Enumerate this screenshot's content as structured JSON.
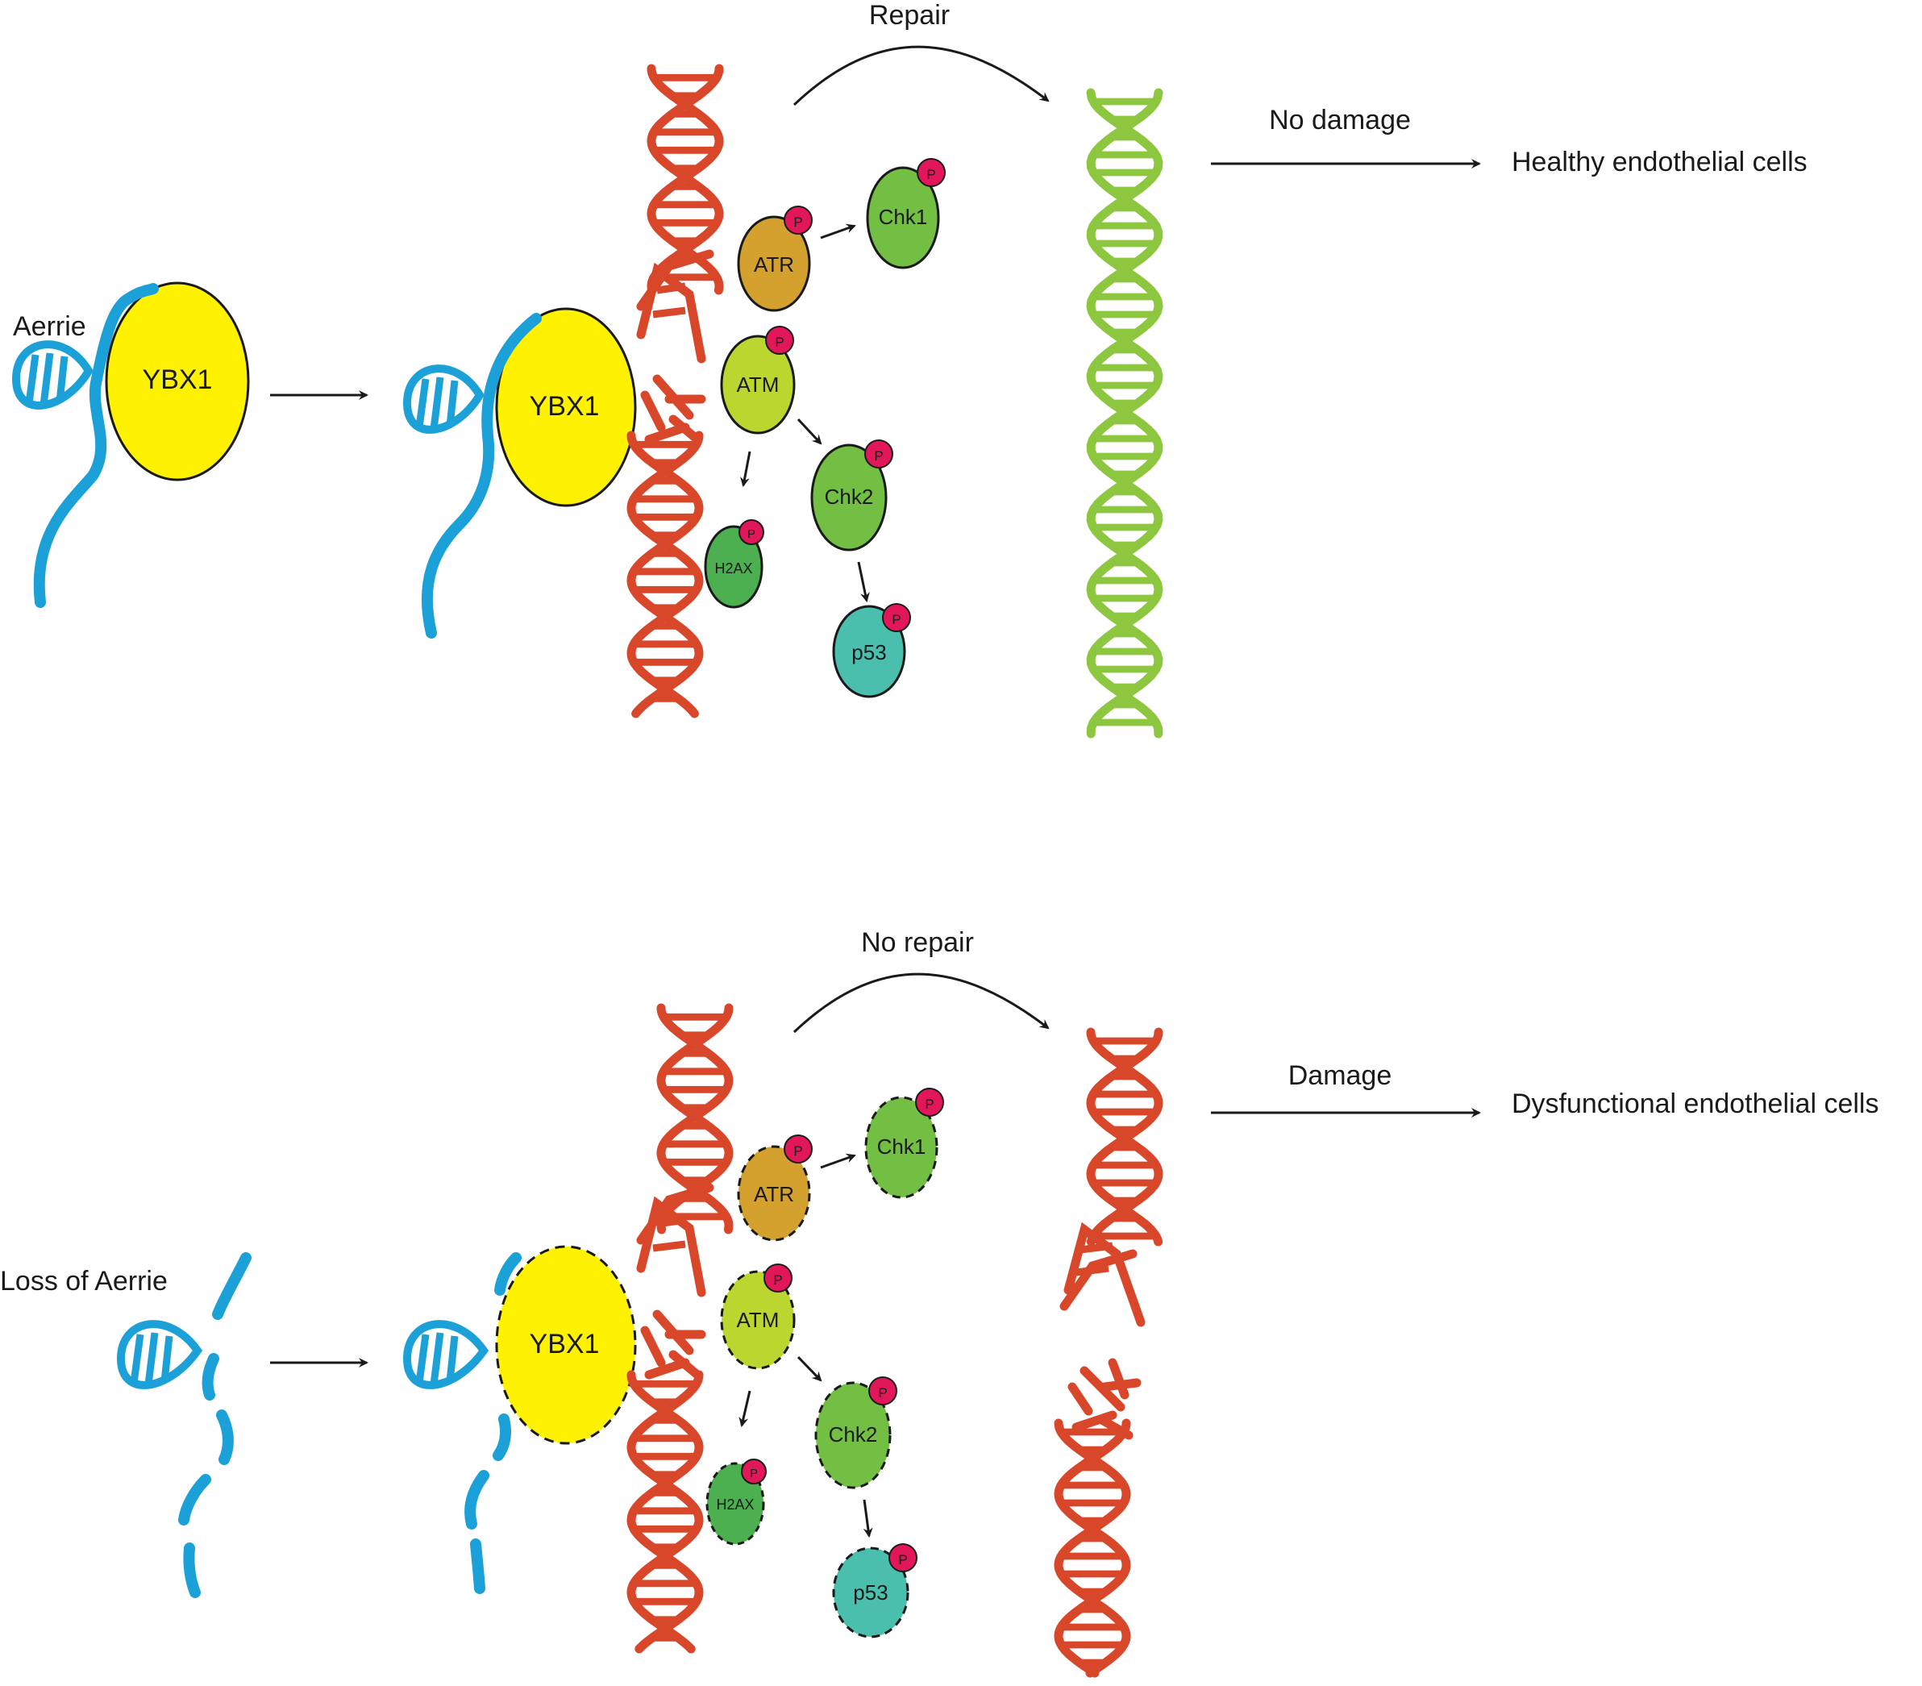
{
  "top_panel": {
    "label_lncrna": "Aerrie",
    "ybx1_before": "YBX1",
    "ybx1_after": "YBX1",
    "repair_label": "Repair",
    "outcome_arrow_label": "No damage",
    "outcome": "Healthy endothelial cells",
    "proteins": {
      "atr": "ATR",
      "chk1": "Chk1",
      "atm": "ATM",
      "chk2": "Chk2",
      "h2ax": "H2AX",
      "p53": "p53"
    },
    "phospho": "P"
  },
  "bottom_panel": {
    "label_lncrna": "Loss of Aerrie",
    "ybx1_after": "YBX1",
    "repair_label": "No repair",
    "outcome_arrow_label": "Damage",
    "outcome": "Dysfunctional endothelial cells",
    "proteins": {
      "atr": "ATR",
      "chk1": "Chk1",
      "atm": "ATM",
      "chk2": "Chk2",
      "h2ax": "H2AX",
      "p53": "p53"
    },
    "phospho": "P"
  },
  "colors": {
    "damaged_dna": "#d9472b",
    "healthy_dna": "#8dc63f",
    "lncrna": "#1ba1d8",
    "ybx1": "#fff200",
    "atr": "#d4a12e",
    "atm": "#bcd630",
    "chk": "#72bf44",
    "h2ax": "#4caf50",
    "p53": "#4bbfae",
    "phospho": "#e2175a"
  }
}
